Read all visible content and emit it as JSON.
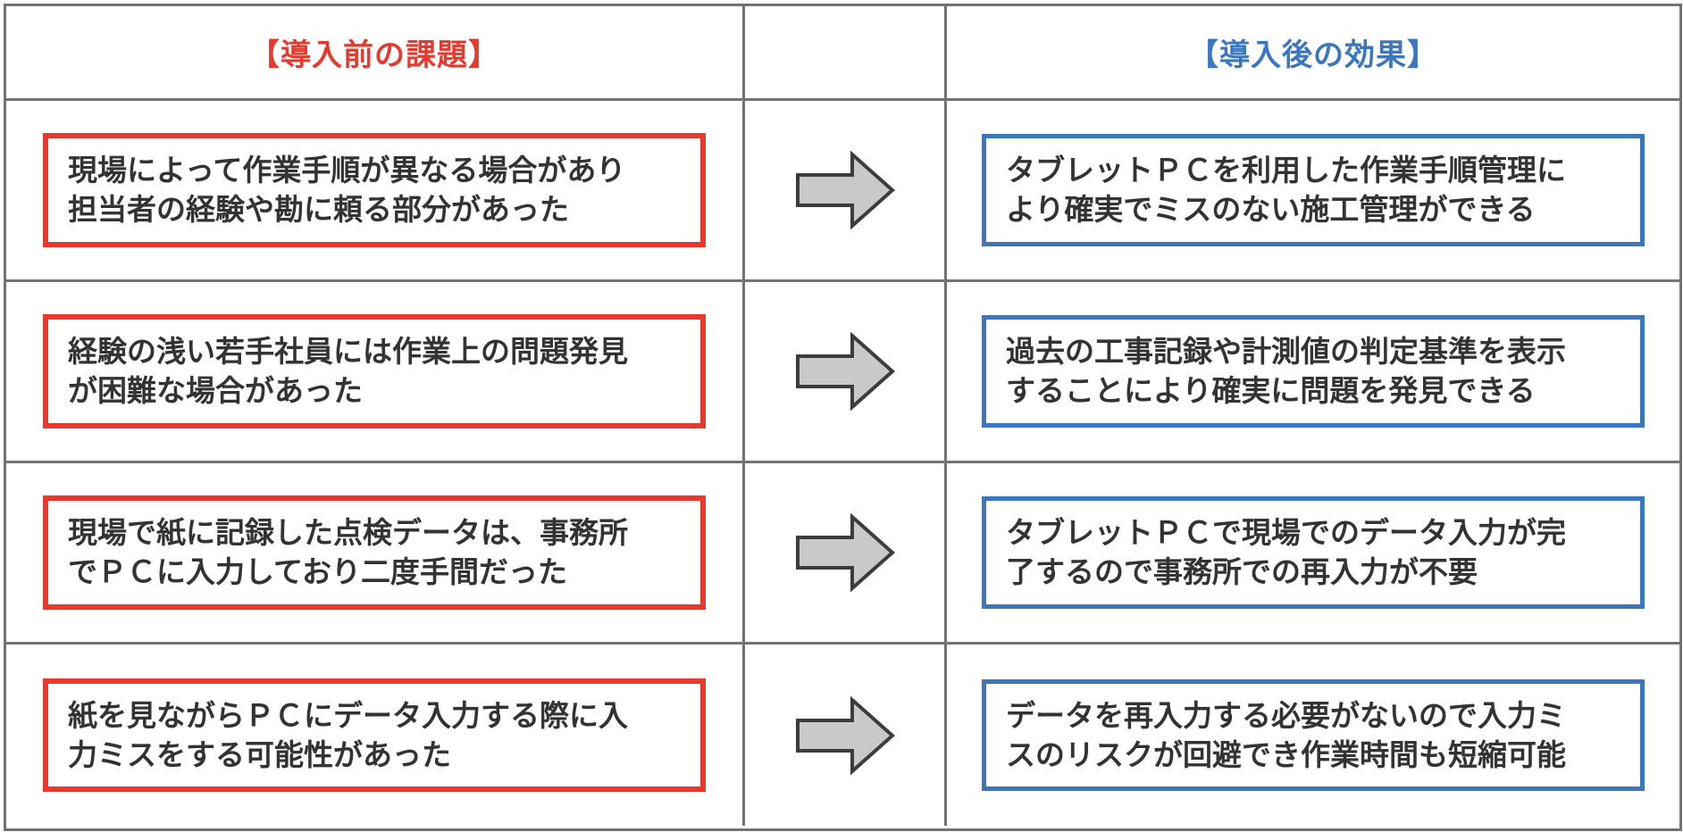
{
  "headers": {
    "before": "【導入前の課題】",
    "after": "【導入後の効果】"
  },
  "colors": {
    "before_accent": "#e8392e",
    "after_accent": "#3b76c0",
    "grid_line": "#737373",
    "text": "#333333",
    "arrow_fill": "#c9c9c9",
    "arrow_stroke": "#3c3c3c"
  },
  "arrow": {
    "icon": "right-block-arrow"
  },
  "rows": [
    {
      "before": "現場によって作業手順が異なる場合があり\n担当者の経験や勘に頼る部分があった",
      "after": "タブレットＰＣを利用した作業手順管理に\nより確実でミスのない施工管理ができる"
    },
    {
      "before": "経験の浅い若手社員には作業上の問題発見\nが困難な場合があった",
      "after": "過去の工事記録や計測値の判定基準を表示\nすることにより確実に問題を発見できる"
    },
    {
      "before": "現場で紙に記録した点検データは、事務所\nでＰＣに入力しており二度手間だった",
      "after": "タブレットＰＣで現場でのデータ入力が完\n了するので事務所での再入力が不要"
    },
    {
      "before": "紙を見ながらＰＣにデータ入力する際に入\n力ミスをする可能性があった",
      "after": "データを再入力する必要がないので入力ミ\nスのリスクが回避でき作業時間も短縮可能"
    }
  ]
}
